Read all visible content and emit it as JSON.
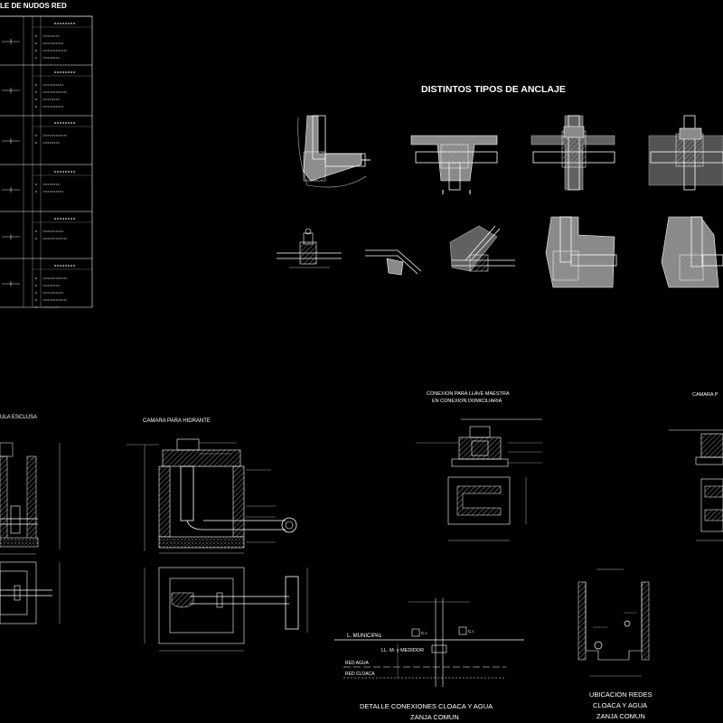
{
  "titles": {
    "nodes_table": "LE DE NUDOS RED",
    "anchors": "DISTINTOS TIPOS DE ANCLAJE",
    "valve_chamber": "ULA ESCLUSA",
    "hydrant_chamber": "CAMARA PARA HIDRANTE",
    "master_key_line1": "CONEXION PARA LLAVE MAESTRA",
    "master_key_line2": "EN CONEXION DOMICILIARIA",
    "right_chamber": "CAMARA P",
    "connections_line1": "DETALLE CONEXIONES CLOACA Y AGUA",
    "connections_line2": "ZANJA COMUN",
    "location_line1": "UBICACION REDES",
    "location_line2": "CLOACA Y AGUA",
    "location_line3": "ZANJA COMUN"
  },
  "connection_labels": {
    "municipal": "L. MUNICIPAL",
    "meter": "LL. M. y MEDIDOR",
    "water_net": "RED AGUA",
    "sewer_net": "RED CLOACA",
    "ci": "C.I."
  },
  "colors": {
    "background": "#000000",
    "linework": "#ffffff",
    "fill": "#8a8a8a",
    "accent": "#ffff00"
  }
}
